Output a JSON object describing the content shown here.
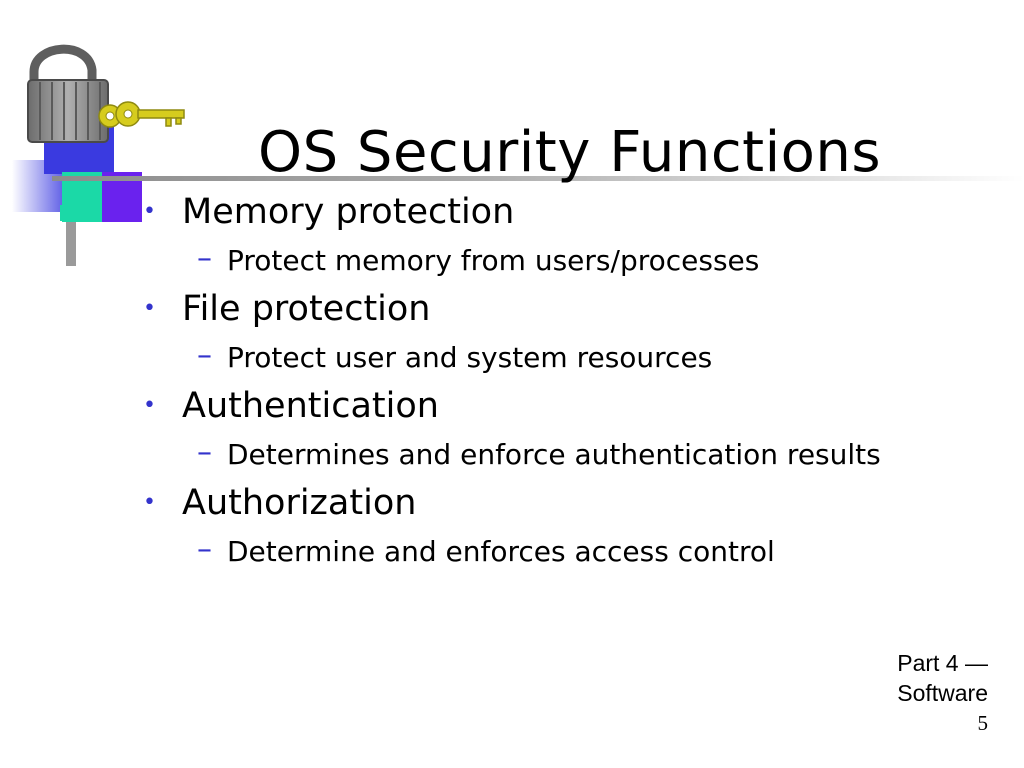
{
  "slide": {
    "title": "OS Security Functions",
    "bullets": [
      {
        "label": "Memory protection",
        "sub": "Protect memory from users/processes"
      },
      {
        "label": "File protection",
        "sub": "Protect user and system resources"
      },
      {
        "label": "Authentication",
        "sub": "Determines and enforce authentication results"
      },
      {
        "label": "Authorization",
        "sub": "Determine and enforces access control"
      }
    ],
    "bullet_glyph": "•",
    "sub_glyph": "–",
    "footer": {
      "line1": "Part 4 ⎯⎯",
      "line2": "Software",
      "page_number": "5"
    }
  },
  "icons": {
    "logo": "padlock-with-keys-icon"
  },
  "colors": {
    "bullet_accent": "#3333cc",
    "text": "#000000",
    "background": "#ffffff",
    "logo_blue": "#3a3ae0",
    "logo_teal": "#1bd9a7",
    "logo_violet": "#6a22ee",
    "key_gold": "#d6cc1e"
  }
}
